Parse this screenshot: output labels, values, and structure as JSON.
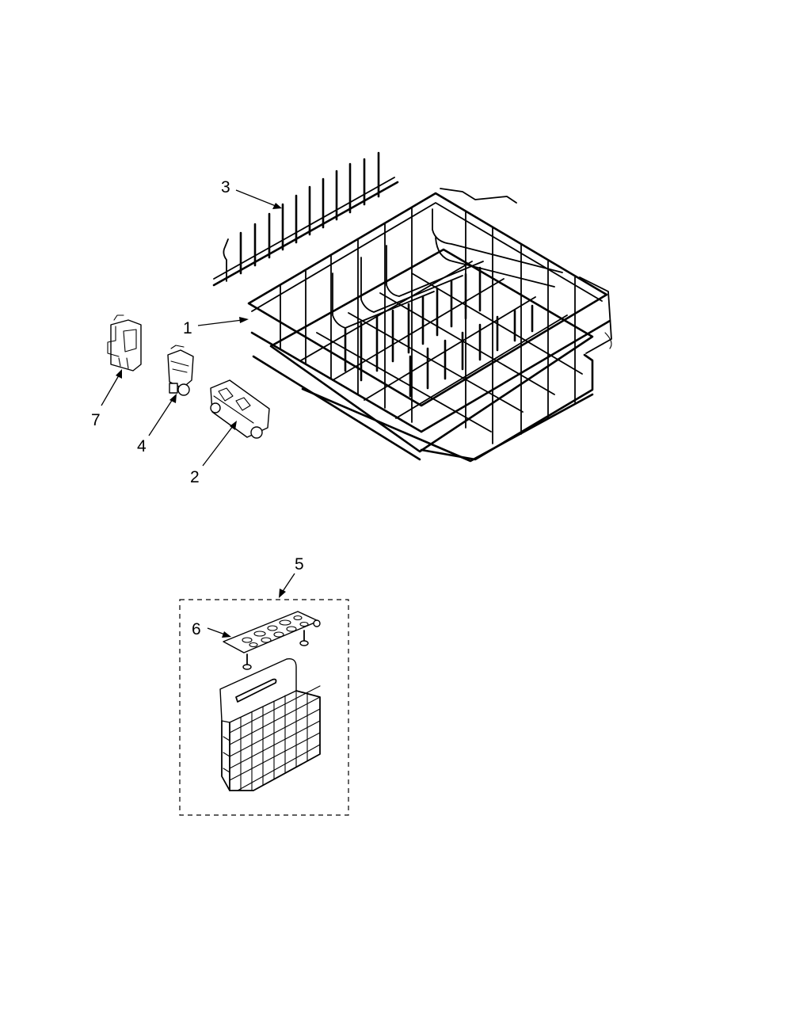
{
  "diagram": {
    "callouts": {
      "rack": "1",
      "wheel_carrier": "2",
      "tine_row": "3",
      "wheel_clip": "4",
      "basket_assembly": "5",
      "basket_cover": "6",
      "end_cap": "7"
    }
  }
}
